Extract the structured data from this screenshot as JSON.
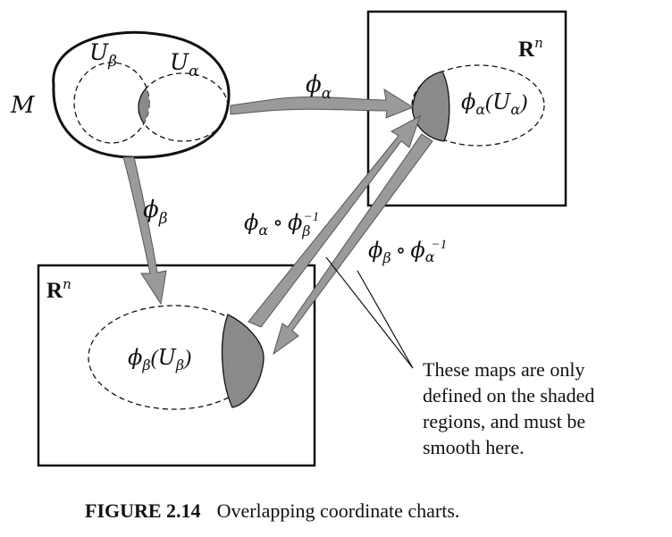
{
  "manifold_label": "M",
  "U_beta_label": "U",
  "U_beta_sub": "β",
  "U_alpha_label": "U",
  "U_alpha_sub": "α",
  "rn_top": {
    "base": "R",
    "sup": "n"
  },
  "rn_bottom": {
    "base": "R",
    "sup": "n"
  },
  "phi_alpha_label": {
    "phi": "ϕ",
    "sub": "α"
  },
  "phi_beta_label": {
    "phi": "ϕ",
    "sub": "β"
  },
  "image_alpha_label": {
    "phi": "ϕ",
    "sub": "α",
    "open": "(",
    "U": "U",
    "usub": "α",
    "close": ")"
  },
  "image_beta_label": {
    "phi": "ϕ",
    "sub": "β",
    "open": "(",
    "U": "U",
    "usub": "β",
    "close": ")"
  },
  "transition_ab": {
    "phi1": "ϕ",
    "sub1": "α",
    "circ": "∘",
    "phi2": "ϕ",
    "sub2": "β",
    "inv": "−1"
  },
  "transition_ba": {
    "phi1": "ϕ",
    "sub1": "β",
    "circ": "∘",
    "phi2": "ϕ",
    "sub2": "α",
    "inv": "−1"
  },
  "note_lines": [
    "These maps are only",
    "defined on the shaded",
    "regions, and must be",
    "smooth here."
  ],
  "caption": {
    "label": "FIGURE 2.14",
    "text": "Overlapping coordinate charts."
  },
  "colors": {
    "ink": "#111111",
    "shade": "#8a8a8a",
    "arrow_fill": "#9a9a9a"
  }
}
